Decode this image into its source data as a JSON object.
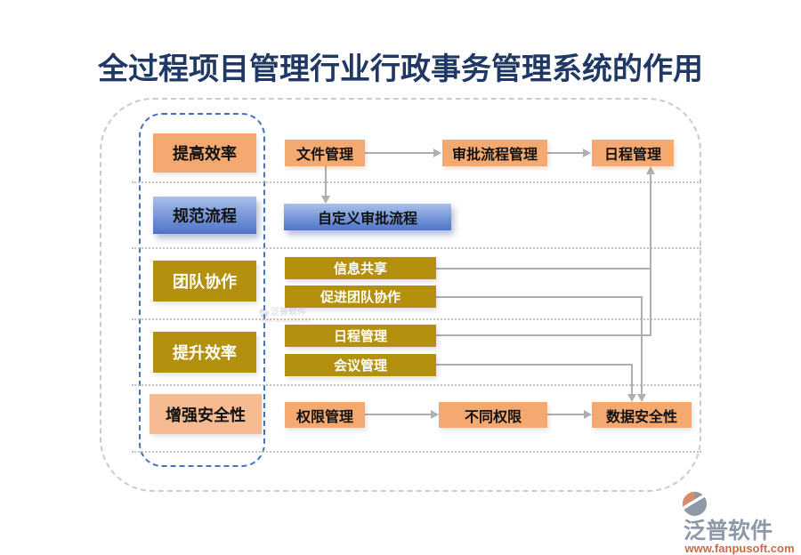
{
  "title": "全过程项目管理行业行政事务管理系统的作用",
  "colors": {
    "title_navy": "#1F3864",
    "orange_box": "#F4A970",
    "orange_light_box": "#F6BB91",
    "gold_box": "#B3910E",
    "blue_box_gradient_top": "#A9C0E8",
    "blue_box_gradient_bottom": "#4E74C8",
    "left_frame_dash": "#4472C4",
    "outer_frame_dash": "#CBCBCB",
    "connector_gray": "#AFAFAF",
    "watermark_gray": "#8D99A8",
    "watermark_orange": "#C96A4A"
  },
  "left_column": [
    {
      "label": "提高效率"
    },
    {
      "label": "规范流程"
    },
    {
      "label": "团队协作"
    },
    {
      "label": "提升效率"
    },
    {
      "label": "增强安全性"
    }
  ],
  "nodes": {
    "file_mgmt": "文件管理",
    "approval_flow_mgmt": "审批流程管理",
    "schedule_mgmt_top": "日程管理",
    "custom_approval_flow": "自定义审批流程",
    "info_sharing": "信息共享",
    "promote_team_collab": "促进团队协作",
    "schedule_mgmt_mid": "日程管理",
    "meeting_mgmt": "会议管理",
    "permission_mgmt": "权限管理",
    "different_permissions": "不同权限",
    "data_security": "数据安全性"
  },
  "watermark": {
    "brand": "泛普软件",
    "url": "www.fanpusoft.com"
  }
}
